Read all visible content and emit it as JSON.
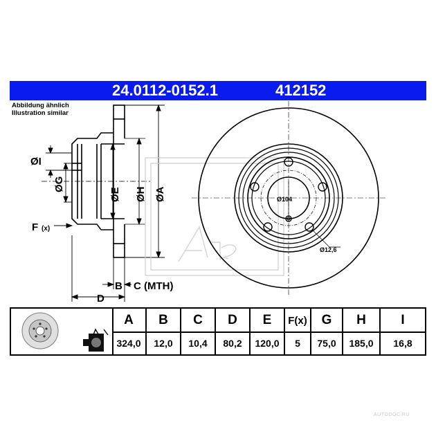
{
  "header": {
    "part_number": "24.0112-0152.1",
    "ref_number": "412152",
    "illustration_note_de": "Abbildung ähnlich",
    "illustration_note_en": "Illustration similar"
  },
  "diagram": {
    "labels": {
      "I": "ØI",
      "G": "ØG",
      "E": "ØE",
      "H": "ØH",
      "A": "ØA",
      "F": "F",
      "F_sub": "(x)",
      "B": "B",
      "C": "C (MTH)",
      "D": "D",
      "hub_dia": "Ø104",
      "hole_dia": "Ø12,6"
    }
  },
  "table": {
    "headers": [
      "A",
      "B",
      "C",
      "D",
      "E",
      "F(x)",
      "G",
      "H",
      "I"
    ],
    "values": [
      "324,0",
      "12,0",
      "10,4",
      "80,2",
      "120,0",
      "5",
      "75,0",
      "185,0",
      "16,8"
    ]
  },
  "watermark": "AUTODOC.RU"
}
